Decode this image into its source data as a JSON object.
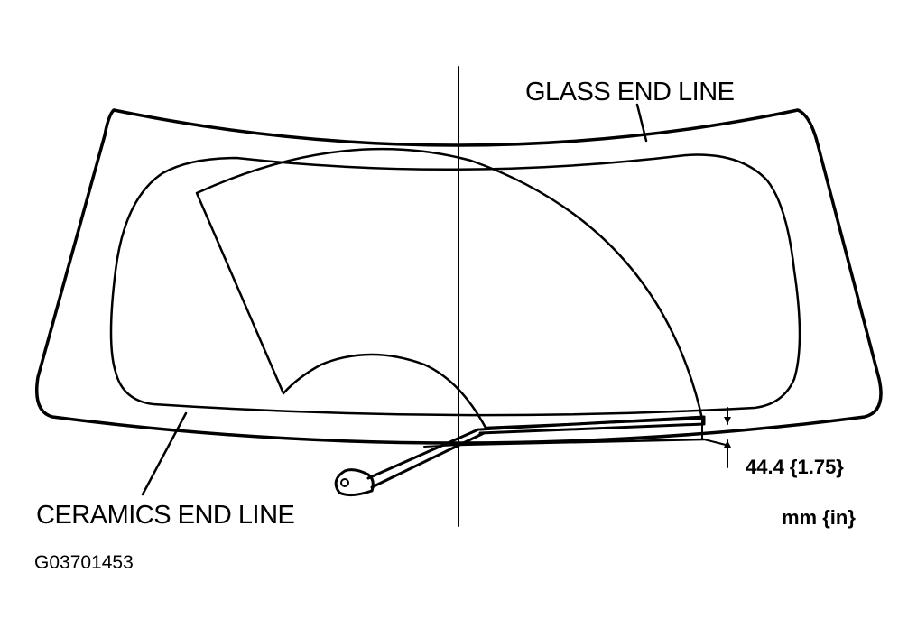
{
  "labels": {
    "glass_end_line": "GLASS END LINE",
    "ceramics_end_line": "CERAMICS END LINE",
    "dimension": "44.4 {1.75}",
    "units": "mm {in}",
    "figure_code": "G03701453"
  }
}
